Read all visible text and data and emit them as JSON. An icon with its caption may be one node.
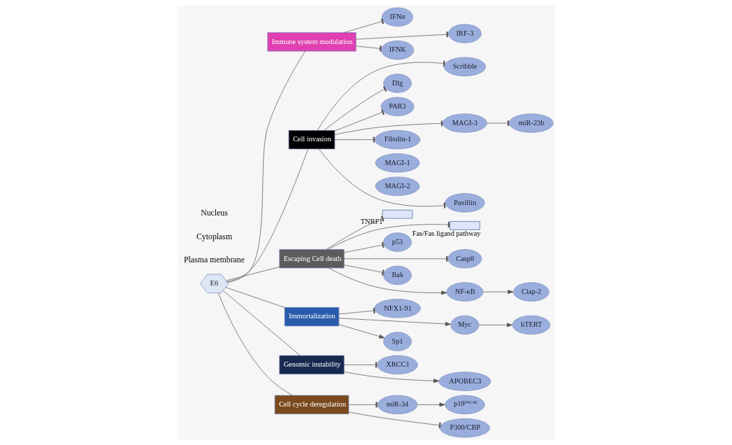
{
  "diagram": {
    "nodes": [
      {
        "text": [],
        "shape": "box",
        "beside": [
          "TNRF1"
        ]
      },
      {
        "text": [],
        "shape": "box",
        "beside": [
          "Fas/Fas ligand pathway"
        ]
      },
      {
        "text": [
          "IFNα"
        ]
      },
      {
        "text": [
          "IRF-3"
        ]
      },
      {
        "text": [
          "IFNK"
        ]
      },
      {
        "text": [
          "Immune system modulation"
        ]
      },
      {
        "text": [
          "Scribble"
        ]
      },
      {
        "text": [
          "Dlg"
        ]
      },
      {
        "text": [
          "PAR3"
        ]
      },
      {
        "text": [
          "Cell invasion"
        ]
      },
      {
        "text": [
          "miR-23b"
        ]
      },
      {
        "text": [
          "E6"
        ]
      },
      {
        "text": [
          "p53"
        ]
      },
      {
        "text": [
          "Escaping Cell death"
        ]
      },
      {
        "text": [
          "MAGI-3"
        ]
      },
      {
        "text": [
          "Fibulin-1"
        ]
      },
      {
        "text": [
          "MAGI-1"
        ]
      },
      {
        "text": [
          "MAGI-2"
        ]
      },
      {
        "text": [
          "Casp8"
        ]
      },
      {
        "text": [
          "Paxillin"
        ]
      },
      {
        "text": [
          "Bak"
        ]
      },
      {
        "text": [
          "Immortalization"
        ]
      },
      {
        "text": [
          "Genomic instability"
        ]
      },
      {
        "text": [
          "Cell cycle deregulation"
        ]
      },
      {
        "text": [
          "miR-34"
        ]
      },
      {
        "text": [
          "p18$^{INC4C}$"
        ]
      },
      {
        "text": [
          "NF-κB"
        ]
      },
      {
        "text": [
          "NFX1-91"
        ]
      },
      {
        "text": [
          "Myc"
        ]
      },
      {
        "text": [
          "Sp1"
        ]
      },
      {
        "text": [
          "XRCC1"
        ]
      },
      {
        "text": [
          "P300/CBP"
        ]
      },
      {
        "text": [
          "Ciap-2"
        ]
      },
      {
        "text": [
          "hTERT"
        ]
      },
      {
        "text": [
          "APOBEC3"
        ]
      }
    ],
    "edges": [
      {
        "from": 11,
        "to": 5,
        "arrow": "none"
      },
      {
        "from": 11,
        "to": 13,
        "arrow": "none"
      },
      {
        "from": 11,
        "to": 9,
        "arrow": "none"
      },
      {
        "from": 11,
        "to": 21,
        "arrow": "none"
      },
      {
        "from": 11,
        "to": 22,
        "arrow": "none"
      },
      {
        "from": 11,
        "to": 23,
        "arrow": "none"
      },
      {
        "from": 5,
        "to": 2,
        "arrow": "other"
      },
      {
        "from": 5,
        "to": 3,
        "arrow": "other"
      },
      {
        "from": 5,
        "to": 4,
        "arrow": "other"
      },
      {
        "from": 13,
        "to": 0,
        "arrow": "other"
      },
      {
        "from": 13,
        "to": 1,
        "arrow": "other"
      },
      {
        "from": 13,
        "to": 12,
        "arrow": "other"
      },
      {
        "from": 13,
        "to": 18,
        "arrow": "other"
      },
      {
        "from": 13,
        "to": 20,
        "arrow": "other"
      },
      {
        "from": 13,
        "to": 26,
        "arrow": "to"
      },
      {
        "from": 9,
        "to": 7,
        "arrow": "other"
      },
      {
        "from": 9,
        "to": 6,
        "arrow": "other"
      },
      {
        "from": 9,
        "to": 8,
        "arrow": "other"
      },
      {
        "from": 9,
        "to": 14,
        "arrow": "other"
      },
      {
        "from": 9,
        "to": 15,
        "arrow": "other"
      },
      {
        "from": 9,
        "to": 19,
        "arrow": "other"
      },
      {
        "from": 14,
        "to": 10,
        "arrow": "other"
      },
      {
        "from": 21,
        "to": 27,
        "arrow": "other"
      },
      {
        "from": 21,
        "to": 28,
        "arrow": "to"
      },
      {
        "from": 21,
        "to": 29,
        "arrow": "to"
      },
      {
        "from": 22,
        "to": 30,
        "arrow": "other"
      },
      {
        "from": 22,
        "to": 34,
        "arrow": "to"
      },
      {
        "from": 23,
        "to": 24,
        "arrow": "other"
      },
      {
        "from": 23,
        "to": 31,
        "arrow": "other"
      },
      {
        "from": 24,
        "to": 25,
        "arrow": "to"
      },
      {
        "from": 26,
        "to": 32,
        "arrow": "to"
      },
      {
        "from": 28,
        "to": 33,
        "arrow": "to"
      }
    ],
    "labels": [
      "Plasma membrane",
      "Cytoplasm",
      "Nucleus"
    ]
  }
}
